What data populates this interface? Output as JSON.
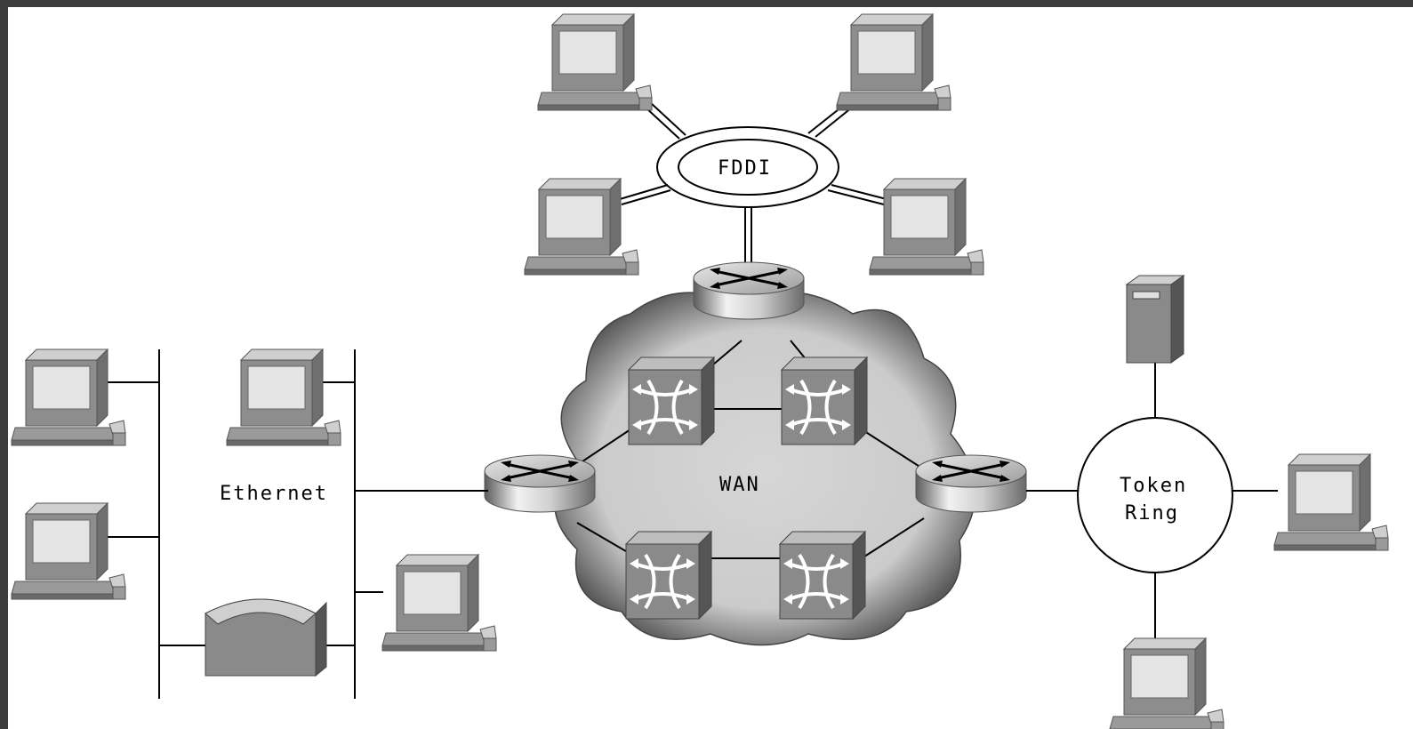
{
  "labels": {
    "fddi": "FDDI",
    "ethernet": "Ethernet",
    "wan": "WAN",
    "token_ring_line1": "Token",
    "token_ring_line2": "Ring"
  },
  "colors": {
    "frame": "#3c3c3c",
    "background": "#ffffff",
    "device_gray": "#8a8a8a",
    "screen": "#e3e3e3",
    "cloud": "#cfcfcf"
  },
  "icons": [
    "workstation-icon",
    "router-icon",
    "switch-icon",
    "server-icon",
    "storage-icon",
    "cloud-icon"
  ]
}
